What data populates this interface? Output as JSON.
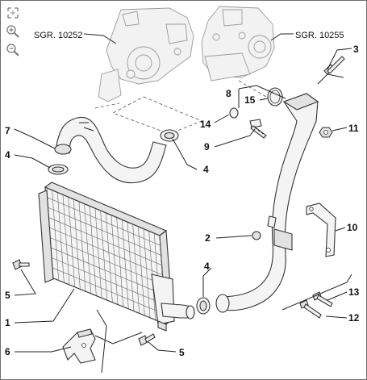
{
  "toolbar": {
    "icons": [
      "fit-page-icon",
      "zoom-in-icon",
      "zoom-out-icon"
    ]
  },
  "references": {
    "turbo": "SGR. 10252",
    "manifold": "SGR. 10255"
  },
  "callouts": {
    "c1": "1",
    "c2": "2",
    "c3": "3",
    "c4a": "4",
    "c4b": "4",
    "c4c": "4",
    "c5a": "5",
    "c5b": "5",
    "c6": "6",
    "c7": "7",
    "c8": "8",
    "c9": "9",
    "c10": "10",
    "c11": "11",
    "c12": "12",
    "c13": "13",
    "c14": "14",
    "c15": "15"
  }
}
